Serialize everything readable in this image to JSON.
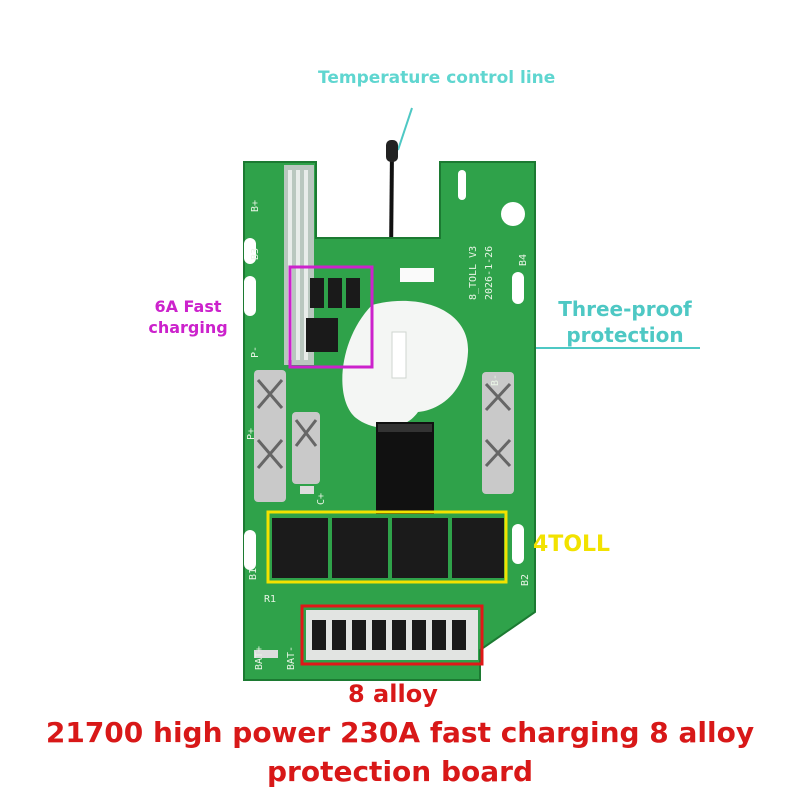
{
  "labels": {
    "temperature": "Temperature control line",
    "charging_line1": "6A Fast",
    "charging_line2": "charging",
    "proof_line1": "Three-proof",
    "proof_line2": "protection",
    "toll": "4TOLL",
    "alloy": "8 alloy",
    "title_line1": "21700 high power 230A fast charging 8 alloy",
    "title_line2": "protection board"
  },
  "silkscreen": {
    "b_plus": "B+",
    "b3": "B3",
    "p_minus": "P-",
    "p_plus": "P+",
    "c_plus": "C+",
    "b1": "B1",
    "b2": "B2",
    "b4": "B4",
    "b_minus": "B-",
    "bat_plus": "BAT+",
    "bat_minus": "BAT-",
    "r1": "R1",
    "board_version": "8_TOLL V3",
    "board_date": "2026-1-26"
  },
  "colors": {
    "pcb": "#2fa24a",
    "pcb_dark": "#1f8a3a",
    "highlight_magenta": "#cc22cc",
    "highlight_yellow": "#f2e200",
    "highlight_red": "#e01818",
    "callout_cyan": "#4ec8c4"
  }
}
